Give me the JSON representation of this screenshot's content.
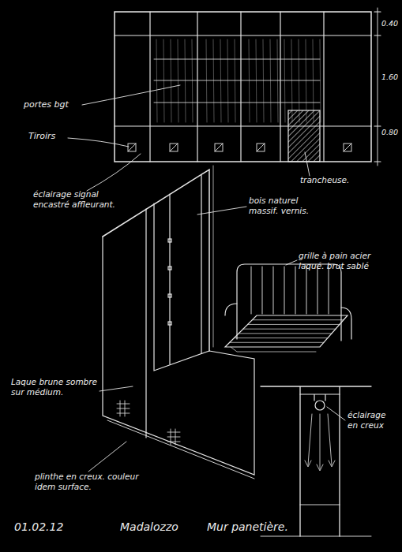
{
  "diagram": {
    "labels": [
      "0.40",
      "1.60",
      "0.80",
      "portes bgt",
      "Tiroirs",
      "éclairage signal encastré affleurant.",
      "trancheuse.",
      "bois naturel massif. vernis.",
      "grille à pain acier laqué. brut sablé",
      "Laque brune sombre sur médium.",
      "plinthe en creux. couleur idem surface.",
      "éclairage en creux",
      "01.02.12",
      "Madalozzo",
      "Mur panetière."
    ]
  }
}
